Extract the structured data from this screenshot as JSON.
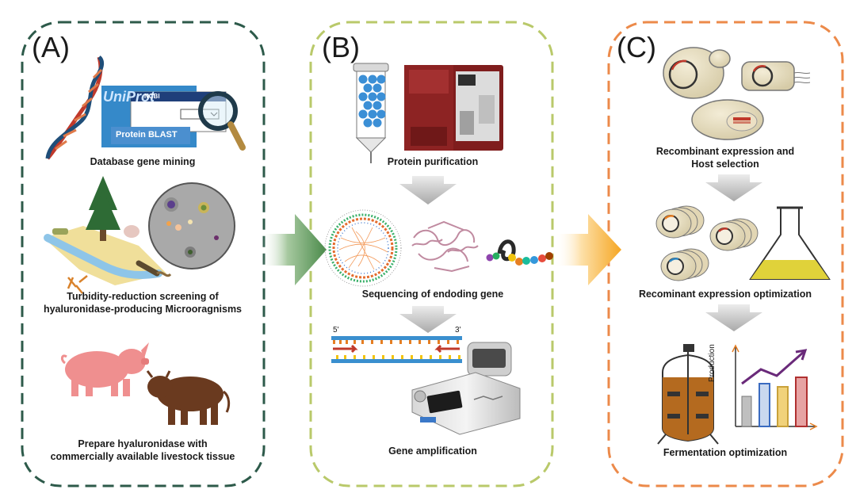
{
  "panels": {
    "a": {
      "letter": "(A)",
      "step1": "Database gene mining",
      "step2_line1": "Turbidity-reduction screening of",
      "step2_line2": "hyaluronidase-producing Microoragnisms",
      "step3_line1": "Prepare hyaluronidase with",
      "step3_line2": "commercially available livestock tissue",
      "logo_uniprot": "UniProt",
      "logo_ncbi": "NCBI",
      "logo_blast": "Protein BLAST",
      "border_color": "#2d5a4a"
    },
    "b": {
      "letter": "(B)",
      "step1": "Protein purification",
      "step2": "Sequencing of endoding gene",
      "step3": "Gene amplification",
      "strand_5": "5'",
      "strand_3": "3'",
      "border_color": "#b9c96a"
    },
    "c": {
      "letter": "(C)",
      "step1_line1": "Recombinant expression and",
      "step1_line2": "Host selection",
      "step2": "Recominant expression optimization",
      "step3": "Fermentation optimization",
      "chart_ylabel": "Production",
      "border_color": "#ec8a4a"
    }
  },
  "colors": {
    "arrow_green": "#4a8a4a",
    "arrow_orange": "#f5a623",
    "grey_arrow": "#bdbdbd"
  }
}
